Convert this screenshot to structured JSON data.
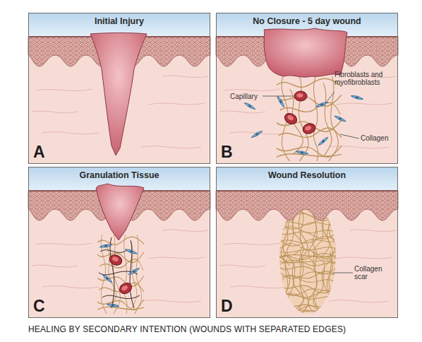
{
  "diagram": {
    "caption": "HEALING BY SECONDARY INTENTION (WOUNDS WITH SEPARATED EDGES)",
    "nodes": [
      {
        "text": [
          "Initial Injury",
          "A"
        ]
      },
      {
        "text": [
          "No Closure - 5 day wound",
          "B"
        ]
      },
      {
        "text": [
          "Granulation Tissue",
          "C"
        ]
      },
      {
        "text": [
          "Wound Resolution",
          "D"
        ]
      }
    ],
    "labels": [
      "Capillary",
      "Fibroblasts and myofibroblasts",
      "Collagen",
      "Collagen scar"
    ]
  }
}
